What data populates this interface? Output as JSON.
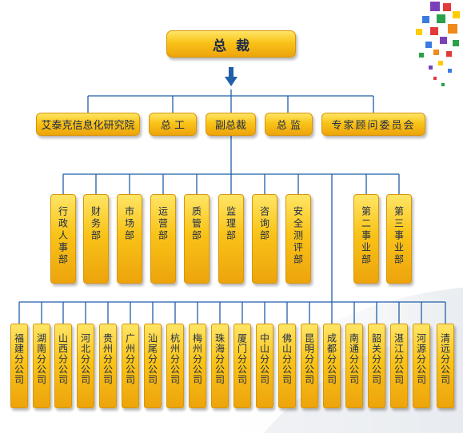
{
  "top": "总裁",
  "level2": [
    "艾泰克信息化研究院",
    "总 工",
    "副总裁",
    "总 监",
    "专家顾问委员会"
  ],
  "departments": [
    "行政人事部",
    "财务部",
    "市场部",
    "运营部",
    "质管部",
    "监理部",
    "咨询部",
    "安全测评部"
  ],
  "divisions": [
    "第二事业部",
    "第三事业部"
  ],
  "branches": [
    "福建分公司",
    "湖南分公司",
    "山西分公司",
    "河北分公司",
    "贵州分公司",
    "广州分公司",
    "汕尾分公司",
    "杭州分公司",
    "梅州分公司",
    "珠海分公司",
    "厦门分公司",
    "中山分公司",
    "佛山分公司",
    "昆明分公司",
    "成都分公司",
    "南通分公司",
    "韶关分公司",
    "湛江分公司",
    "河源分公司",
    "清远分公司"
  ],
  "colors": {
    "box_top": "#ffe566",
    "box_bottom": "#eda40c",
    "line": "#1f5fa8",
    "arrow": "#1f5fa8",
    "text": "#1c2a4a"
  }
}
